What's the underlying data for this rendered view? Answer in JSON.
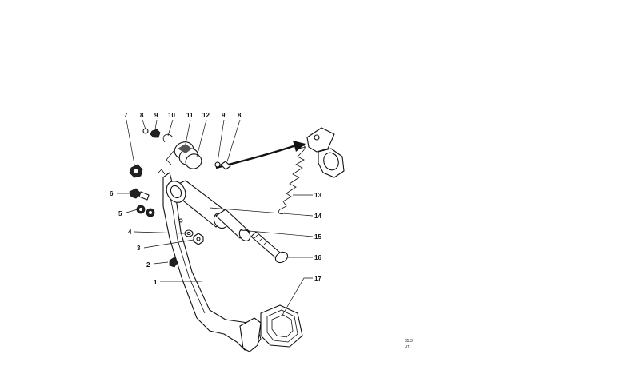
{
  "diagram": {
    "callouts": [
      "1",
      "2",
      "3",
      "4",
      "5",
      "6",
      "7",
      "8",
      "9",
      "10",
      "11",
      "12",
      "9",
      "8",
      "13",
      "14",
      "15",
      "16",
      "17"
    ],
    "code_line1": "35.3",
    "code_line2": "V1"
  }
}
